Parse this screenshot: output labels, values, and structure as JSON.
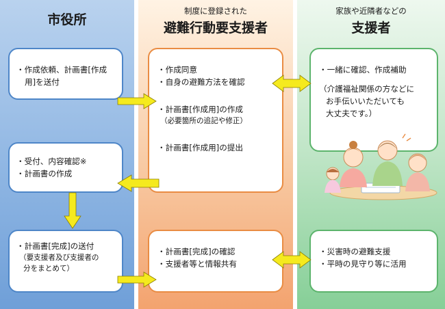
{
  "columns": {
    "city": {
      "title": "市役所",
      "color": "#4e86c8"
    },
    "person": {
      "subtitle": "制度に登録された",
      "title": "避難行動要支援者",
      "color": "#e98c43"
    },
    "supporter": {
      "subtitle": "家族や近隣者などの",
      "title": "支援者",
      "color": "#5cb46c"
    }
  },
  "city": {
    "box1": [
      "・作成依頼、計画書[作成",
      "用]を送付"
    ],
    "box2": [
      "・受付、内容確認※",
      "・計画書の作成"
    ],
    "box3": {
      "line": "・計画書[完成]の送付",
      "note": [
        "（要支援者及び支援者の",
        "分をまとめて）"
      ]
    }
  },
  "person": {
    "box1": {
      "group1": [
        "・作成同意",
        "・自身の避難方法を確認"
      ],
      "group2": "・計画書[作成用]の作成",
      "group2_note": "（必要箇所の追記や修正）",
      "group3": "・計画書[作成用]の提出"
    },
    "box2": [
      "・計画書[完成]の確認",
      "・支援者等と情報共有"
    ]
  },
  "supporter": {
    "box1": {
      "line": "・一緒に確認、作成補助",
      "note": [
        "（介護福祉関係の方などに",
        "お手伝いいただいても",
        "大丈夫です。）"
      ]
    },
    "box2": [
      "・災害時の避難支援",
      "・平時の見守り等に活用"
    ],
    "illustration": "family-discussing-icon"
  },
  "arrow_color": "#f5ea1e"
}
